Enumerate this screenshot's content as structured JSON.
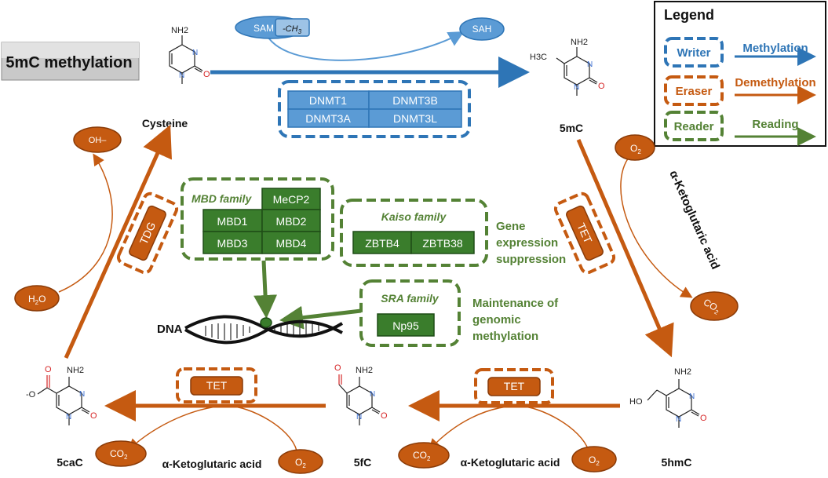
{
  "title_box": "5mC methylation",
  "legend": {
    "title": "Legend",
    "writer": "Writer",
    "eraser": "Eraser",
    "reader": "Reader",
    "methylation": "Methylation",
    "demethylation": "Demethylation",
    "reading": "Reading"
  },
  "molecules": {
    "cytosine": {
      "label": "Cysteine",
      "nh2": "NH2",
      "n": "N",
      "o": "O"
    },
    "fivemc": {
      "label": "5mC",
      "nh2": "NH2",
      "n": "N",
      "o": "O",
      "h3c": "H3C"
    },
    "fivehmc": {
      "label": "5hmC",
      "nh2": "NH2",
      "n": "N",
      "o": "O",
      "ho": "HO"
    },
    "fivefc": {
      "label": "5fC",
      "nh2": "NH2",
      "n": "N",
      "o": "O"
    },
    "fivecac": {
      "label": "5caC",
      "nh2": "NH2",
      "n": "N",
      "o": "O",
      "om": "-O"
    }
  },
  "cofactors": {
    "sam": "SAM",
    "ch3": "-CH",
    "ch3_sub": "3",
    "sah": "SAH",
    "oh": "OH–",
    "h2o": "H",
    "h2o_sub": "2",
    "h2o_o": "O",
    "o2": "O",
    "o2_sub": "2",
    "co2": "CO",
    "co2_sub": "2"
  },
  "enzymes": {
    "writers": [
      "DNMT1",
      "DNMT3B",
      "DNMT3A",
      "DNMT3L"
    ],
    "tdg": "TDG",
    "tet": "TET"
  },
  "readers": {
    "mbd_family": "MBD family",
    "mecp2": "MeCP2",
    "mbd": [
      "MBD1",
      "MBD2",
      "MBD3",
      "MBD4"
    ],
    "kaiso_family": "Kaiso family",
    "kaiso": [
      "ZBTB4",
      "ZBTB38"
    ],
    "sra_family": "SRA family",
    "np95": "Np95"
  },
  "texts": {
    "akg": "α-Ketoglutaric acid",
    "gene_expr": [
      "Gene",
      "expression",
      "suppression"
    ],
    "maintenance": [
      "Maintenance of",
      "genomic",
      "methylation"
    ],
    "dna": "DNA"
  },
  "colors": {
    "blue": "#2e75b6",
    "blue_fill": "#5b9bd5",
    "orange": "#c55a11",
    "orange_fill": "#c55a11",
    "green": "#548235",
    "green_fill": "#3a7d2c"
  }
}
